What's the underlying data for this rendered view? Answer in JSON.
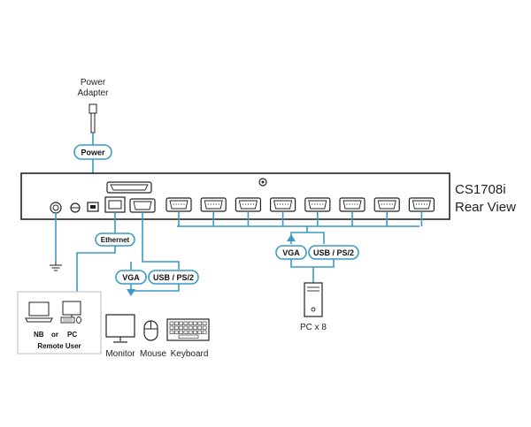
{
  "labels": {
    "power_adapter": "Power\nAdapter",
    "power": "Power",
    "ethernet": "Ethernet",
    "vga_local": "VGA",
    "usb_ps2_local": "USB / PS/2",
    "vga_pc": "VGA",
    "usb_ps2_pc": "USB / PS/2",
    "device_model": "CS1708i",
    "device_view": "Rear View",
    "pc_count": "PC x 8",
    "monitor": "Monitor",
    "mouse": "Mouse",
    "keyboard": "Keyboard",
    "nb": "NB",
    "or": "or",
    "pc": "PC",
    "remote_user": "Remote User"
  },
  "colors": {
    "cable": "#3a9ac8",
    "chassis": "#222222",
    "pill_border": "#3a9ac8"
  },
  "counts": {
    "pc_ports": 8
  }
}
